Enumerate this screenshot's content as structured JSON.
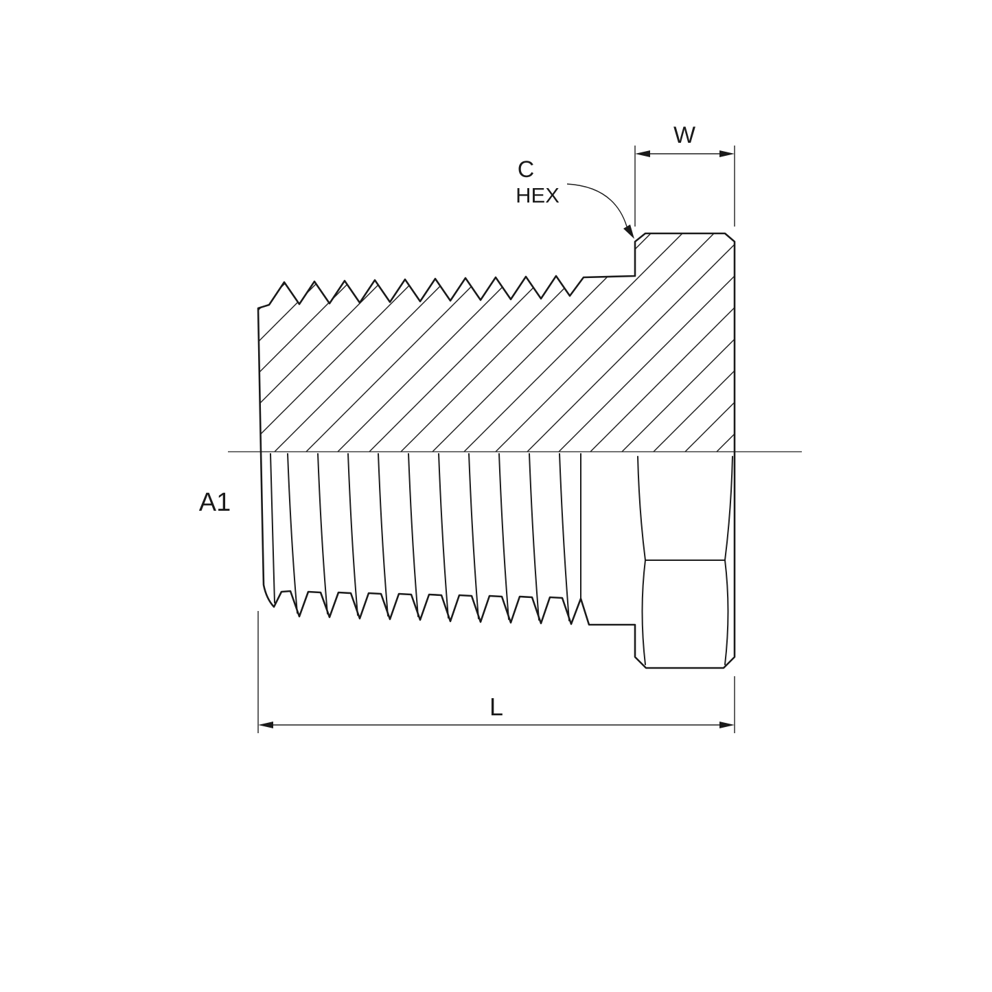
{
  "page": {
    "background": "#ffffff",
    "line_color": "#1a1a1a"
  },
  "drawing": {
    "type": "technical-drawing",
    "description": "Half-section side view of a hex head threaded pipe plug with dimension callouts",
    "labels": {
      "width_dim": "W",
      "hex_callout_line1": "C",
      "hex_callout_line2": "HEX",
      "port_label": "A1",
      "length_dim": "L"
    }
  }
}
